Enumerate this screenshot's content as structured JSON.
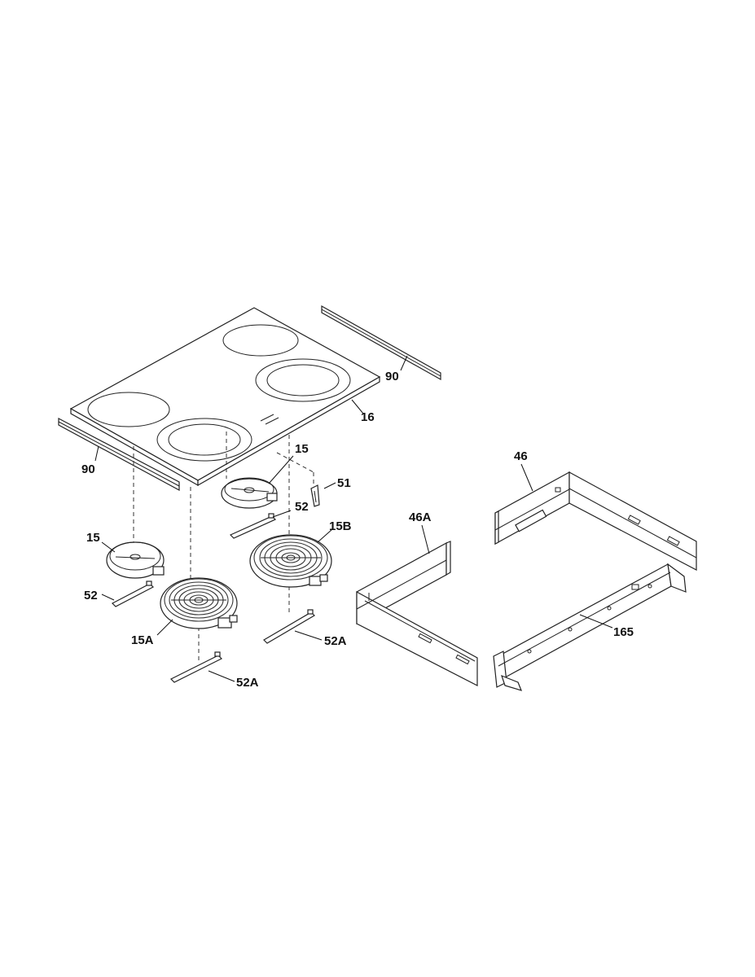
{
  "diagram": {
    "callouts": {
      "trim_right": "90",
      "trim_left": "90",
      "cooktop_glass": "16",
      "element_rear_left": "15",
      "element_front_left_small": "15",
      "element_right_rear": "15B",
      "element_front_large": "15A",
      "limiter": "51",
      "bracket_rear": "52",
      "bracket_left": "52",
      "bracket_mid": "52A",
      "bracket_bottom": "52A",
      "side_frame_left": "46A",
      "side_frame_right": "46",
      "front_frame": "165"
    }
  }
}
